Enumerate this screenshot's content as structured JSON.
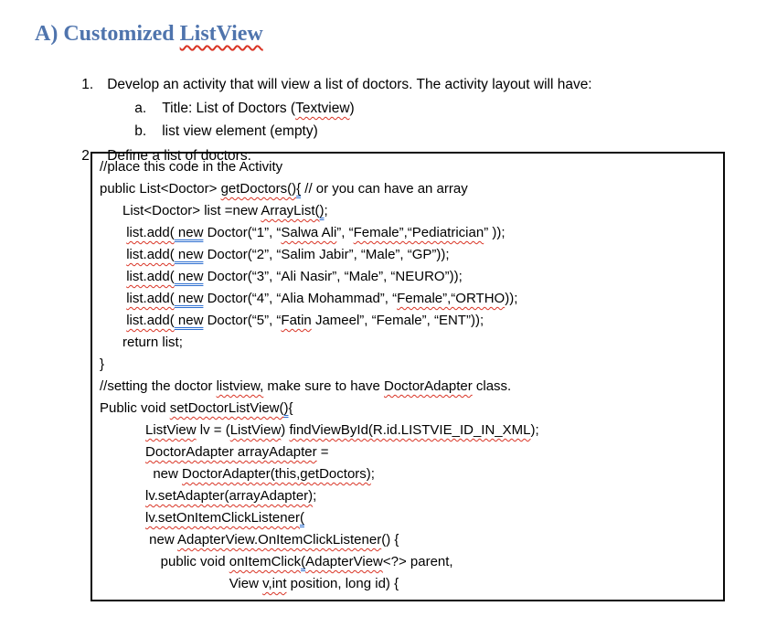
{
  "colors": {
    "background": "#ffffff",
    "text": "#000000",
    "heading_blue": "#4f74ad",
    "squiggle_red": "#d93425",
    "grammar_blue": "#2e6fd0",
    "box_border": "#0a0a0a"
  },
  "heading": {
    "segments": [
      [
        "A) Customized ",
        "n"
      ],
      [
        "ListView",
        "r"
      ]
    ]
  },
  "list": {
    "item1": {
      "number": "1.",
      "segments": [
        [
          "Develop an activity that will view a list of doctors. The activity layout will have:",
          "n"
        ]
      ]
    },
    "item1a": {
      "number": "a.",
      "segments": [
        [
          "Title: List of Doctors (",
          "n"
        ],
        [
          "Textview",
          "r"
        ],
        [
          ")",
          "n"
        ]
      ]
    },
    "item1b": {
      "number": "b.",
      "segments": [
        [
          "list view element (empty)",
          "n"
        ]
      ]
    },
    "item2": {
      "number": "2.",
      "segments": [
        [
          "Define a list of doctors:",
          "n"
        ]
      ]
    }
  },
  "code_block": {
    "lines": [
      [
        [
          "//place this code in the Activity",
          "n"
        ]
      ],
      [
        [
          "public List<Doctor> ",
          "n"
        ],
        [
          "getDoctors()",
          "r"
        ],
        [
          "{",
          "b"
        ],
        [
          " // or you can have an array",
          "n"
        ]
      ],
      [
        [
          "      List<Doctor> list =new ",
          "n"
        ],
        [
          "ArrayList(",
          "r"
        ],
        [
          ")",
          "b"
        ],
        [
          ";",
          "n"
        ]
      ],
      [
        [
          "       ",
          "n"
        ],
        [
          "list.add(",
          "r"
        ],
        [
          " new",
          "b"
        ],
        [
          " Doctor(“1”, “",
          "n"
        ],
        [
          "Salwa Ali",
          "r"
        ],
        [
          "”, “",
          "n"
        ],
        [
          "Female”,“Pediatrician",
          "r"
        ],
        [
          "” ));",
          "n"
        ]
      ],
      [
        [
          "       ",
          "n"
        ],
        [
          "list.add(",
          "r"
        ],
        [
          " new",
          "b"
        ],
        [
          " Doctor(“2”, “Salim Jabir”, “Male”, “GP”));",
          "n"
        ]
      ],
      [
        [
          "       ",
          "n"
        ],
        [
          "list.add(",
          "r"
        ],
        [
          " new",
          "b"
        ],
        [
          " Doctor(“3”, “Ali Nasir”, “Male”, “NEURO”));",
          "n"
        ]
      ],
      [
        [
          "       ",
          "n"
        ],
        [
          "list.add(",
          "r"
        ],
        [
          " new",
          "b"
        ],
        [
          " Doctor(“4”, “Alia Mohammad”, “",
          "n"
        ],
        [
          "Female”,“ORTHO",
          "r"
        ],
        [
          "));",
          "n"
        ]
      ],
      [
        [
          "       ",
          "n"
        ],
        [
          "list.add(",
          "r"
        ],
        [
          " new",
          "b"
        ],
        [
          " Doctor(“5”, “",
          "n"
        ],
        [
          "Fatin",
          "r"
        ],
        [
          " Jameel”, “Female”, “ENT”));",
          "n"
        ]
      ],
      [
        [
          "      return list;",
          "n"
        ]
      ],
      [
        [
          "}",
          "n"
        ]
      ],
      [
        [
          "//setting the doctor ",
          "n"
        ],
        [
          "listview,",
          "r"
        ],
        [
          " make sure to have ",
          "n"
        ],
        [
          "DoctorAdapter",
          "r"
        ],
        [
          " class.",
          "n"
        ]
      ],
      [
        [
          "Public void ",
          "n"
        ],
        [
          "setDoctorListView(",
          "r"
        ],
        [
          ")",
          "b"
        ],
        [
          "{",
          "n"
        ]
      ],
      [
        [
          "            ",
          "n"
        ],
        [
          "ListView",
          "r"
        ],
        [
          " lv = (",
          "n"
        ],
        [
          "ListView",
          "r"
        ],
        [
          ") ",
          "n"
        ],
        [
          "findViewById(R.id.LISTVIE_ID_IN_XML",
          "r"
        ],
        [
          ");",
          "n"
        ]
      ],
      [
        [
          "            ",
          "n"
        ],
        [
          "DoctorAdapter arrayAdapter",
          "r"
        ],
        [
          " =",
          "n"
        ]
      ],
      [
        [
          "              new ",
          "n"
        ],
        [
          "DoctorAdapter(this,getDoctors)",
          "r"
        ],
        [
          ";",
          "n"
        ]
      ],
      [
        [
          "            ",
          "n"
        ],
        [
          "lv.setAdapter(arrayAdapter)",
          "r"
        ],
        [
          ";",
          "n"
        ]
      ],
      [
        [
          "            ",
          "n"
        ],
        [
          "lv.setOnItemClickListener",
          "r"
        ],
        [
          "(",
          "b"
        ]
      ],
      [
        [
          "             new ",
          "n"
        ],
        [
          "AdapterView.OnItemClickListener",
          "r"
        ],
        [
          "() {",
          "n"
        ]
      ],
      [
        [
          "                public void ",
          "n"
        ],
        [
          "onItemClick",
          "r"
        ],
        [
          "(",
          "b"
        ],
        [
          "AdapterView",
          "r"
        ],
        [
          "<?> parent,",
          "n"
        ]
      ],
      [
        [
          "                                  View ",
          "n"
        ],
        [
          "v,int",
          "r"
        ],
        [
          " position, long id) {",
          "n"
        ]
      ]
    ]
  }
}
